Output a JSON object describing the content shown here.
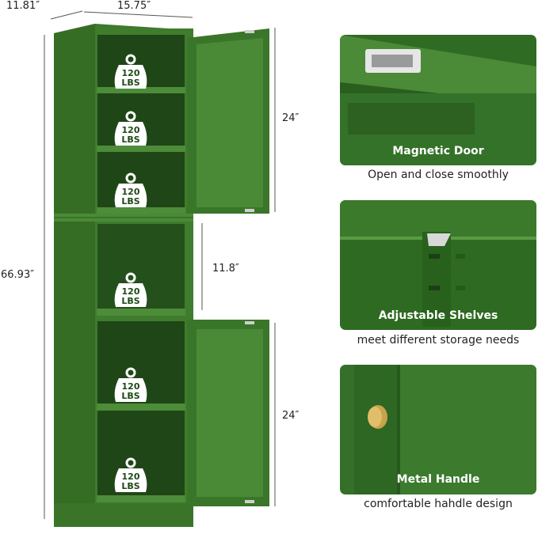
{
  "dimensions": {
    "depth": "11.81″",
    "width": "15.75″",
    "height": "66.93″",
    "door_top": "24″",
    "shelf_gap": "11.8″",
    "door_bottom": "24″"
  },
  "weights": [
    {
      "line1": "120",
      "line2": "LBS"
    },
    {
      "line1": "120",
      "line2": "LBS"
    },
    {
      "line1": "120",
      "line2": "LBS"
    },
    {
      "line1": "120",
      "line2": "LBS"
    },
    {
      "line1": "120",
      "line2": "LBS"
    },
    {
      "line1": "120",
      "line2": "LBS"
    }
  ],
  "features": [
    {
      "title": "Magnetic Door",
      "caption": "Open and close smoothly"
    },
    {
      "title": "Adjustable Shelves",
      "caption": "meet different storage needs"
    },
    {
      "title": "Metal Handle",
      "caption": "comfortable hahdle design"
    }
  ],
  "colors": {
    "cabinet_green": "#3f7a2c",
    "cabinet_dark": "#2c5a1f",
    "handle_gold": "#c9a24a"
  }
}
